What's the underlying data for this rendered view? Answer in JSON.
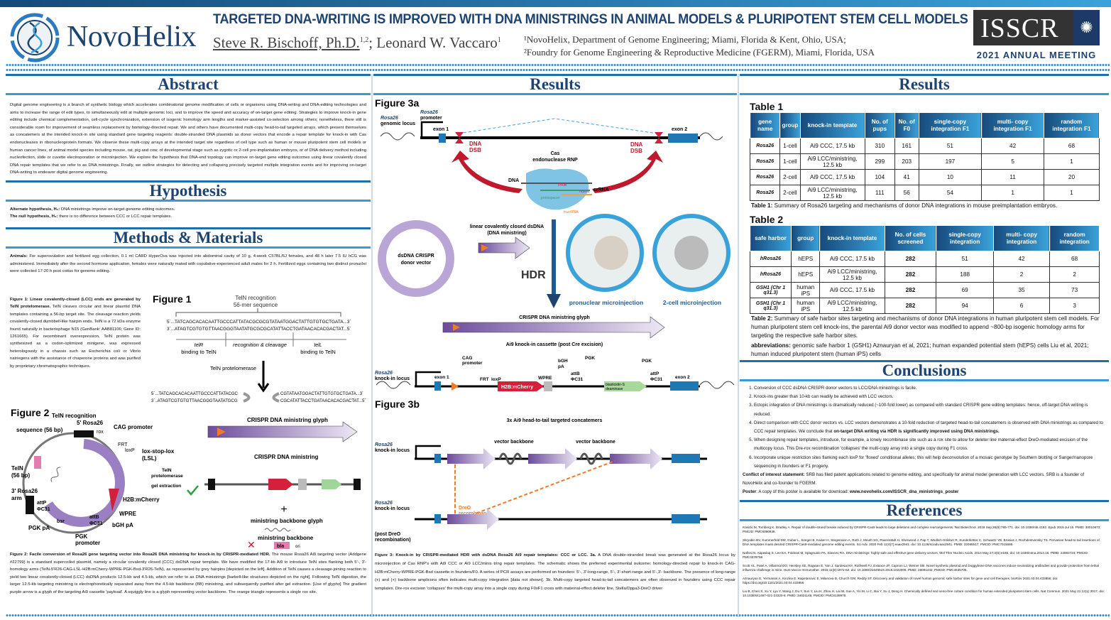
{
  "header": {
    "logo": "NovoHelix",
    "title": "TARGETED DNA-WRITING IS IMPROVED WITH DNA MINISTRINGS IN ANIMAL MODELS & PLURIPOTENT STEM CELL MODELS",
    "author1": "Steve R. Bischoff, Ph.D.",
    "author1_sup": "1,2",
    "author2": "; Leonard W. Vaccaro",
    "author2_sup": "1",
    "affil1": "¹NovoHelix, Department of Genome Engineering; Miami, Florida & Kent, Ohio, USA;",
    "affil2": "²Foundry for Genome Engineering & Reproductive Medicine (FGERM), Miami, Florida, USA",
    "isscr": "ISSCR",
    "meeting": "2021 ANNUAL MEETING"
  },
  "sections": {
    "abstract": "Abstract",
    "hypothesis": "Hypothesis",
    "methods": "Methods & Materials",
    "results": "Results",
    "conclusions": "Conclusions",
    "references": "References"
  },
  "abstract": "Digital genome engineering is a branch of synthetic biology which accelerates combinatorial genome modification of cells or organisms using DNA-writing and DNA-editing technologies and aims to increase the range of edit types, to simultaneously edit at multiple genomic loci, and to improve the speed and accuracy of on-target gene editing. Strategies to improve knock-in gene editing include chemical complementation, cell-cycle synchronization, extension of isogenic homology arm lengths and marker-assisted co-selection among others; nonetheless, there still is considerable room for improvement of seamless replacement by homology-directed repair. We and others have documented multi-copy head-to-tail targeted arrays, which present themselves as concatemers at the intended knock-in site using standard gene targeting reagents: double-stranded DNA plasmids as donor vectors that encode a repair template for knock-in with Cas endonucleases in ribonucleoprotein formats. We observe these multi-copy arrays at the intended target site regardless of cell type such as human or mouse pluripotent stem cell models or human cancer lines, of animal model species including mouse, rat, pig and cow, of developmental stage such as zygotic or 2-cell pre-implantation embryos, or of DNA delivery method including nucleofection, slide or cuvette electroporation or microinjection. We explore the hypothesis that DNA-end topology can improve on-target gene editing outcomes using linear covalently closed DNA repair templates that we refer to as DNA ministrings. Finally, we outline strategies for detecting and collapsing precisely targeted multiple integration events and for improving on-target DNA-writing to endeavor digital genome engineering.",
  "hypothesis": {
    "alt_label": "Alternate hypothesis, H₁:",
    "alt": " DNA ministrings improve on-target genome editing outcomes.",
    "null_label": "The null hypothesis, H₀:",
    "null": " there is no difference between CCC or LCC repair templates."
  },
  "methods": {
    "animals_label": "Animals:",
    "animals": " For superovulation and fertilized egg collection, 0.1 ml CARD HyperOva was injected into abdominal cavity of 10 g, 4-week C57BL/6J females, and 48 h later 7.5 IU hCG was administered. Immediately after the second hormone application, females were naturally mated with copulative-experienced adult males for 2 h. Fertilized eggs containing two distinct pronuclei were collected 17-20 h post coitus for genome editing.",
    "fig1_caption_label": "Figure 1: Linear covalently-closed (LCC) ends are generated by TelN protelomerase.",
    "fig1_caption": " TelN cleaves circular and linear plasmid DNA templates containing a 56-bp target site. The cleavage reaction yields covalently-closed dumbbell-like hairpin ends. TelN is a 72 kDa enzyme found naturally in bacteriophage N15 (GenBank: AAB81106; Gene ID: 1261665). For recombinant overexpression, TelN protein was synthesized as a codon-optimized minigene, was expressed heterologously in a chassis such as Escherichia coli or Vibrio natriegens with the assistance of chaperone proteins and was purified by proprietary chromatographic techniques.",
    "fig2_caption_label": "Figure 2: Facile conversion of Rosa26 gene targeting vector into Rosa26 DNA ministring for knock-in by CRISPR-mediated HDR.",
    "fig2_caption": " The mouse Rosa26 Ai9 targeting vector (Addgene #22799) is a standard supercoiled plasmid, namely a circular covalently closed (CCC) dsDNA repair template. We have modified the 17-kb Ai9 to introduce TelN sites flanking both 5'-, 3'- homology arms (TelN-5'R26-CAG-LSL-H2B:mCherry-WPRE-PGK-Bsd-3'R26-TelN), as represented by grey hairpins [depicted on the left]. Addition of TelN causes a cleavage-joining reaction to yield two linear covalently-closed (LCC) dsDNA products 12.5-kb and 4.5-kb, which we refer to as DNA ministrings [barbell-like structures depicted on the right]. Following TelN digestion, the larger 12.5-kb targeting ministring is electrophoretically separated away from the 4.5-kb backbone (BB) ministring, and subsequently purified after gel extraction. [Use of glyphs] The gradient purple arrow is a glyph of the targeting Ai9 cassette 'payload'. A squiggly line is a glyph representing vector backbone. The orange triangle represents a single rox site."
  },
  "figure1": {
    "label": "Figure 1",
    "recog": "TelN recognition",
    "recog2": "56-mer sequence",
    "top": "5´...TATCAGCACACAATTGCCCATTATACGCGCGTATAATGGACTATTGTGTGCTGATA...3´",
    "bot": "3´...ATAGTCGTGTGTTAACGGGTAATATGCGCGCATATTACCTGATAACACACGACTAT...5´",
    "telR": "telR",
    "telR2": "binding to TelN",
    "mid": "recognition & cleavage",
    "telL": "telL",
    "telL2": "binding to TelN",
    "enzyme": "TelN protelomerase",
    "l1": "5´...TATCAGCACACAATTGCCCATTATACGC",
    "l2": "3´..ATAGTCGTGTGTTAACGGGTAATATGCG",
    "r1": "CGTATAATGGACTATTGTGTGCTGATA...3´",
    "r2": "CGCATATTACCTGATAACACACGACTAT...5´"
  },
  "figure2": {
    "label": "Figure 2",
    "recog": "TelN recognition",
    "recog2": "sequence (56 bp)",
    "arm5": "5' Rosa26",
    "arm": "arm",
    "rox": "rox",
    "cag": "CAG promoter",
    "frt": "FRT",
    "loxp": "loxP",
    "lsl": "lox-stop-lox",
    "lsl2": "(LSL)",
    "teln": "TelN",
    "teln2": "(56 bp)",
    "arm3": "3' Rosa26",
    "h2b": "H2B:mCherry",
    "wpre": "WPRE",
    "bgh": "bGH pA",
    "attb": "attB",
    "phi": "ΦC31",
    "attp": "attP",
    "pgkpa": "PGK pA",
    "bsr": "bsr",
    "pgk": "PGK",
    "promoter": "promoter",
    "bla": "bla",
    "ori": "ori",
    "glyph": "CRISPR DNA ministring glyph",
    "ministring": "CRISPR DNA ministring",
    "telnp": "TelN",
    "telnp2": "protelomerase",
    "gel": "gel extraction",
    "plus": "+",
    "bb_glyph": "ministring backbone glyph",
    "bb": "ministring backbone"
  },
  "figure3a": {
    "label": "Figure 3a",
    "locus": "Rosa26",
    "locus2": "genomic locus",
    "prom": "Rosa26",
    "prom2": "promoter",
    "exon1": "exon 1",
    "exon2": "exon 2",
    "dsb": "DNA",
    "dsb2": "DSB",
    "cas": "Cas",
    "cas2": "endonuclease RNP",
    "dna": "DNA",
    "pam": "PAM",
    "repeat": "repeat",
    "crrna": "crRNA",
    "proto": "protospacer",
    "tracr": "tracrRNA",
    "donor": "dsDNA CRISPR",
    "donor2": "donor vector",
    "lcc": "linear covalently closed dsDNA",
    "lcc2": "(DNA ministring)",
    "hdr": "HDR",
    "pron": "pronuclear microinjection",
    "twocell": "2-cell microinjection",
    "glyph": "CRISPR DNA ministring glyph",
    "cassette": "Ai9 knock-in cassette (post Cre excision)",
    "ki": "Rosa26",
    "ki2": "knock-in locus",
    "cag": "CAG",
    "cag2": "promoter",
    "rox": "rox",
    "frt": "FRT",
    "loxp": "loxP",
    "h2b": "H2B:mCherry",
    "wpre": "WPRE",
    "bgh": "bGH",
    "pa": "pA",
    "attb": "attB",
    "phi": "ΦC31",
    "pgk": "PGK",
    "bsd": "blasticidin-S",
    "bsd2": "deaminase",
    "attp": "attP"
  },
  "figure3b": {
    "label": "Figure 3b",
    "concat": "3x Ai9 head-to-tail targeted concatemers",
    "backbone": "vector backbone",
    "dreo": "DreO",
    "dreo2": "recombinase",
    "post": "(post DreO",
    "post2": "recombination)"
  },
  "fig3_caption_label": "Figure 3: Knock-in by CRISPR-mediated HDR with dsDNA Rosa26 Ai9 repair templates: CCC or LCC. 3a.",
  "fig3_caption": " A DNA double-stranded break was generated at the Rosa26 locus by microinjection of Cas RNP's with Ai9 CCC or Ai9 LCC/minis tring repair templates. The schematic shows the preferred experimental outcome: homology-directed repair to knock-in CAG-H2B:mCherry-WPRE-PGK-Bsd cassette in founders/F0. A series of PCR assays are performed on founders: 5'-, 3'-long-range, 5'-, 3'-short-range and 5'-,3'- backbone. The presence of long-range (+) and (+) backbone amplicons often indicates multi-copy integration [data not shown]. 3b. Multi-copy targeted head-to-tail concatemers are often observed in founders using CCC repair templates. Dre-rox excision 'collapses' the multi-copy array into a single copy during F0xF1 cross with maternal-effect deleter line, Stella/Dppa3-DreO driver",
  "table1": {
    "label": "Table 1",
    "headers": [
      "gene name",
      "group",
      "knock-in template",
      "No. of pups",
      "No. of F0",
      "single-copy integration F1",
      "multi- copy integration F1",
      "random integration F1"
    ],
    "rows": [
      [
        "Rosa26",
        "1-cell",
        "Ai9 CCC, 17.5 kb",
        "310",
        "161",
        "51",
        "42",
        "68"
      ],
      [
        "Rosa26",
        "1-cell",
        "Ai9 LCC/ministring, 12.5 kb",
        "299",
        "203",
        "197",
        "5",
        "1"
      ],
      [
        "Rosa26",
        "2-cell",
        "Ai9 CCC, 17.5 kb",
        "104",
        "41",
        "10",
        "11",
        "20"
      ],
      [
        "Rosa26",
        "2-cell",
        "Ai9 LCC/ministring, 12.5 kb",
        "111",
        "56",
        "54",
        "1",
        "1"
      ]
    ],
    "caption_label": "Table 1:",
    "caption": " Summary of Rosa26 targeting and mechanisms of donor DNA integrations in mouse preimplantation embryos."
  },
  "table2": {
    "label": "Table 2",
    "headers": [
      "safe harbor",
      "group",
      "knock-in template",
      "No. of cells screened",
      "single-copy integration",
      "multi- copy integration",
      "random integration"
    ],
    "rows": [
      [
        "hRosa26",
        "hEPS",
        "Ai9 CCC, 17.5 kb",
        "282",
        "51",
        "42",
        "68"
      ],
      [
        "hRosa26",
        "hEPS",
        "Ai9 LCC/ministring, 12.5 kb",
        "282",
        "188",
        "2",
        "2"
      ],
      [
        "GSH1 (Chr 1 q31.3)",
        "human iPS",
        "Ai9 CCC, 17.5 kb",
        "282",
        "69",
        "35",
        "73"
      ],
      [
        "GSH1 (Chr 1 q31.3)",
        "human iPS",
        "Ai9 LCC/ministring, 12.5 kb",
        "282",
        "94",
        "6",
        "3"
      ]
    ],
    "caption_label": "Table 2:",
    "caption": " Summary of safe harbor sites targeting and mechanisms of donor DNA integrations in human pluripotent stem cell models. For human pluripotent stem cell knock-ins, the parental Ai9 donor vector was modified to append ~800-bp isogenic homology arms for targeting the respective safe harbor sites.",
    "abbr_label": "abbreviations:",
    "abbr": " genomic safe harbor 1 (GSH1) Aznauryan et al, 2021; human expanded potential stem (hEPS) cells Liu et al, 2021; human induced pluripotent stem (human iPS) cells"
  },
  "conclusions": {
    "items": [
      "Conversion of CCC dsDNA CRISPR donor vectors to LCC/DNA ministrings is facile.",
      "Knock-ins greater than 10-kb can readily be achieved with LCC vectors.",
      "Ectopic integration of DNA ministrings is dramatically reduced (~100-fold lower) as compared with standard CRISPR gene editing templates: hence, off-target DNA writing is reduced.",
      "Direct comparison with CCC donor vectors vs. LCC vectors demonstrates a 10-fold reduction of targeted head-to-tail concatemers is observed with DNA ministrings as compared to CCC repair templates. We conclude that ",
      "When designing repair templates, introduce, for example, a lonely recombinase site such as a rox site to allow for deleter line maternal-effect DreO-mediated excision of the multicopy locus. This Dre-rox recombination 'collapses' the multi-copy array into a single copy during F1 cross.",
      "Incorporate unique restriction sites flanking each loxP for 'floxed' conditional alleles; this will help deconvolution of a mosaic genotype by Southern blotting or Sanger/nanopore sequencing in founders or F1 progeny."
    ],
    "item4_bold": "on-target DNA writing via HDR is significantly improved using DNA ministrings.",
    "coi_label": "Conflict of interest statement:",
    "coi": " SRB has filed patent applications related to genome editing, and specifically for animal model generation with LCC vectors. SRB is a founder of NovoHelix and co-founder to FGERM.",
    "poster_label": "Poster",
    "poster": ": A copy of this poster is available for download: ",
    "poster_url": "www.novohelix.com/ISSCR_dna_ministrings_poster"
  },
  "references": [
    "Kosicki M, Tomberg K, Bradley A. Repair of double-strand breaks induced by CRISPR-Cas9 leads to large deletions and complex rearrangements. Nat Biotechnol. 2018 Sep;36(8):765-771. doi: 10.1038/nbt.4192. Epub 2018 Jul 16. PMID: 30010673; PMCID: PMC6390938.",
    "Skryabin BV, Kummerfeld DM, Gubar L, Seeger B, Kaiser H, Stegemann A, Roth J, Meuth SG, Pavenstädt H, Sherwood J, Pap T, Wedlich-Söldner R, Sunderkötter C, Schwartz YB, Brosius J, Rozhdestvensky TS. Pervasive head-to-tail insertions of DNA templates mask desired CRISPR-Cas9-mediated genome editing events. Sci Adv. 2020 Feb 12;6(7):eaax2941. doi: 10.1126/sciadv.aax2941. PMID: 32095517; PMCID: PMC7015686.",
    "Nafissi N, Alqawlaq S, Lee EA, Foldvari M, Spagnuolo PA, Slavcev RA. DNA ministrings: highly safe and effective gene delivery vectors. Mol Ther Nucleic Acids. 2014 May 27;3(6):e165. doi: 10.1038/mtna.2014.16. PMID: 24892724; PMCID: PMC4078758",
    "Scott VL, Patel A, Villarreal DO, Hensley SE, Ragwan E, Yan J, Sardesai NY, Rothwell PJ, Extance JP, Caproni LJ, Weiner DB. Novel synthetic plasmid and Doggybone DNA vaccines induce neutralizing antibodies and provide protection from lethal influenza challenge in mice. Hum Vaccin Immunother. 2015;11(8):1972-82. doi: 10.1080/21645515.2015.1022008. PMID: 26091432; PMCID: PMC4635705.",
    "Aznauryan E, Yermanos A, Kinzina E, Kapetanovic E, Milanova D, Church GM, Reddy ST. Discovery and validation of novel human genomic safe harbor sites for gene and cell therapies. bioRxiv 2021.03.04.433856; doi: https://doi.org/10.1101/2021.03.04.433856",
    "Liu B, Chen S, Xu Y, Lyu Y, Wang J, Du Y, Sun Y, Liu H, Zhou H, Lai W, Xue A, Yin M, Li C, Bai Y, Xu J, Deng H. Chemically defined and xeno-free culture condition for human extended pluripotent stem cells. Nat Commun. 2021 May 21;12(1):3017. doi: 10.1038/s41467-021-23320-8. PMID: 34021145; PMCID: PMC8139978."
  ],
  "colors": {
    "brand_dark": "#1d4470",
    "brand_light": "#3aa2da",
    "purple": "#7b5aa6",
    "red": "#d4203a",
    "orange": "#f07a2a"
  }
}
